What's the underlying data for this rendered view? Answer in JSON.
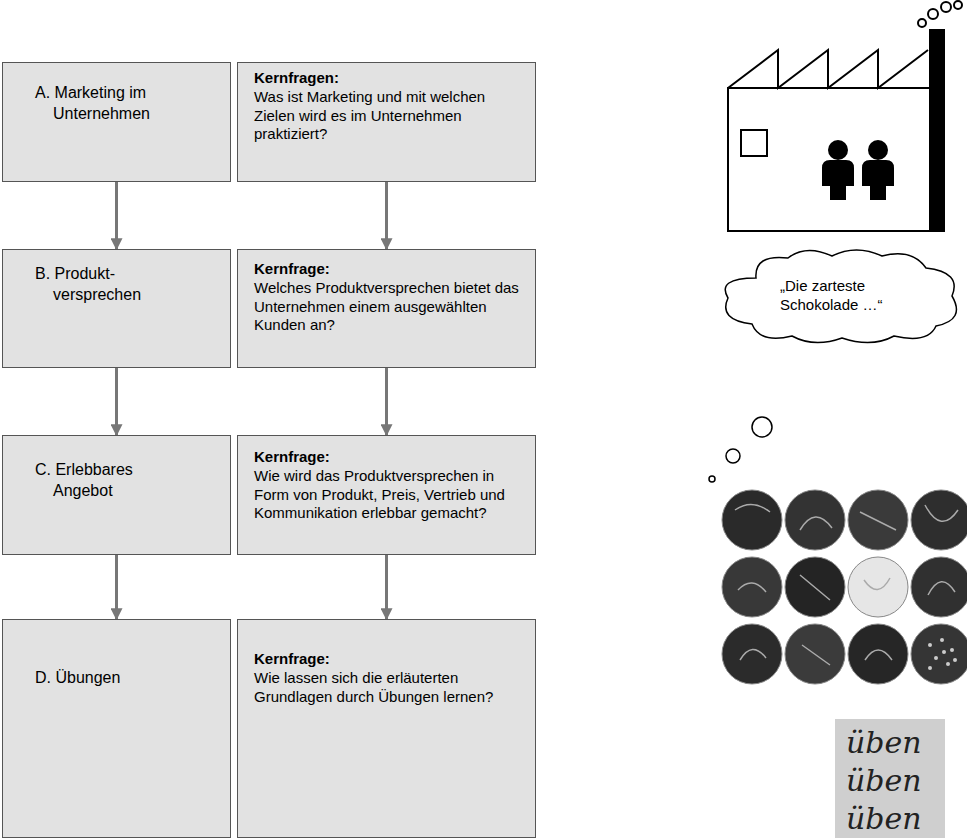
{
  "diagram": {
    "nodes": [
      {
        "text": [
          "A. Marketing im Unternehmen"
        ]
      },
      {
        "text": [
          "Kernfragen:",
          "Was ist Marketing und mit welchen Zielen wird es im Unternehmen praktiziert?"
        ]
      },
      {
        "text": [
          "B. Produkt- versprechen"
        ]
      },
      {
        "text": [
          "Kernfrage:",
          "Welches Produktversprechen bietet das Unternehmen einem ausgewählten Kunden an?"
        ]
      },
      {
        "text": [
          "C. Erlebbares Angebot"
        ]
      },
      {
        "text": [
          "Kernfrage:",
          "Wie wird das Produktversprechen in Form von Produkt, Preis, Vertrieb und Kommunikation erlebbar gemacht?"
        ]
      },
      {
        "text": [
          "D. Übungen"
        ]
      },
      {
        "text": [
          "Kernfrage:",
          "Wie lassen sich die erläuterten Grundlagen durch Übungen lernen?"
        ]
      },
      {
        "text": [
          "„Die zarteste Schokolade …“"
        ]
      }
    ],
    "edges": [
      {
        "from": 0,
        "to": 2,
        "arrow": "to"
      },
      {
        "from": 1,
        "to": 3,
        "arrow": "to"
      },
      {
        "from": 2,
        "to": 4,
        "arrow": "to"
      },
      {
        "from": 3,
        "to": 5,
        "arrow": "to"
      },
      {
        "from": 4,
        "to": 6,
        "arrow": "to"
      },
      {
        "from": 5,
        "to": 7,
        "arrow": "to"
      }
    ],
    "labels": [
      "üben",
      "üben",
      "üben"
    ]
  }
}
